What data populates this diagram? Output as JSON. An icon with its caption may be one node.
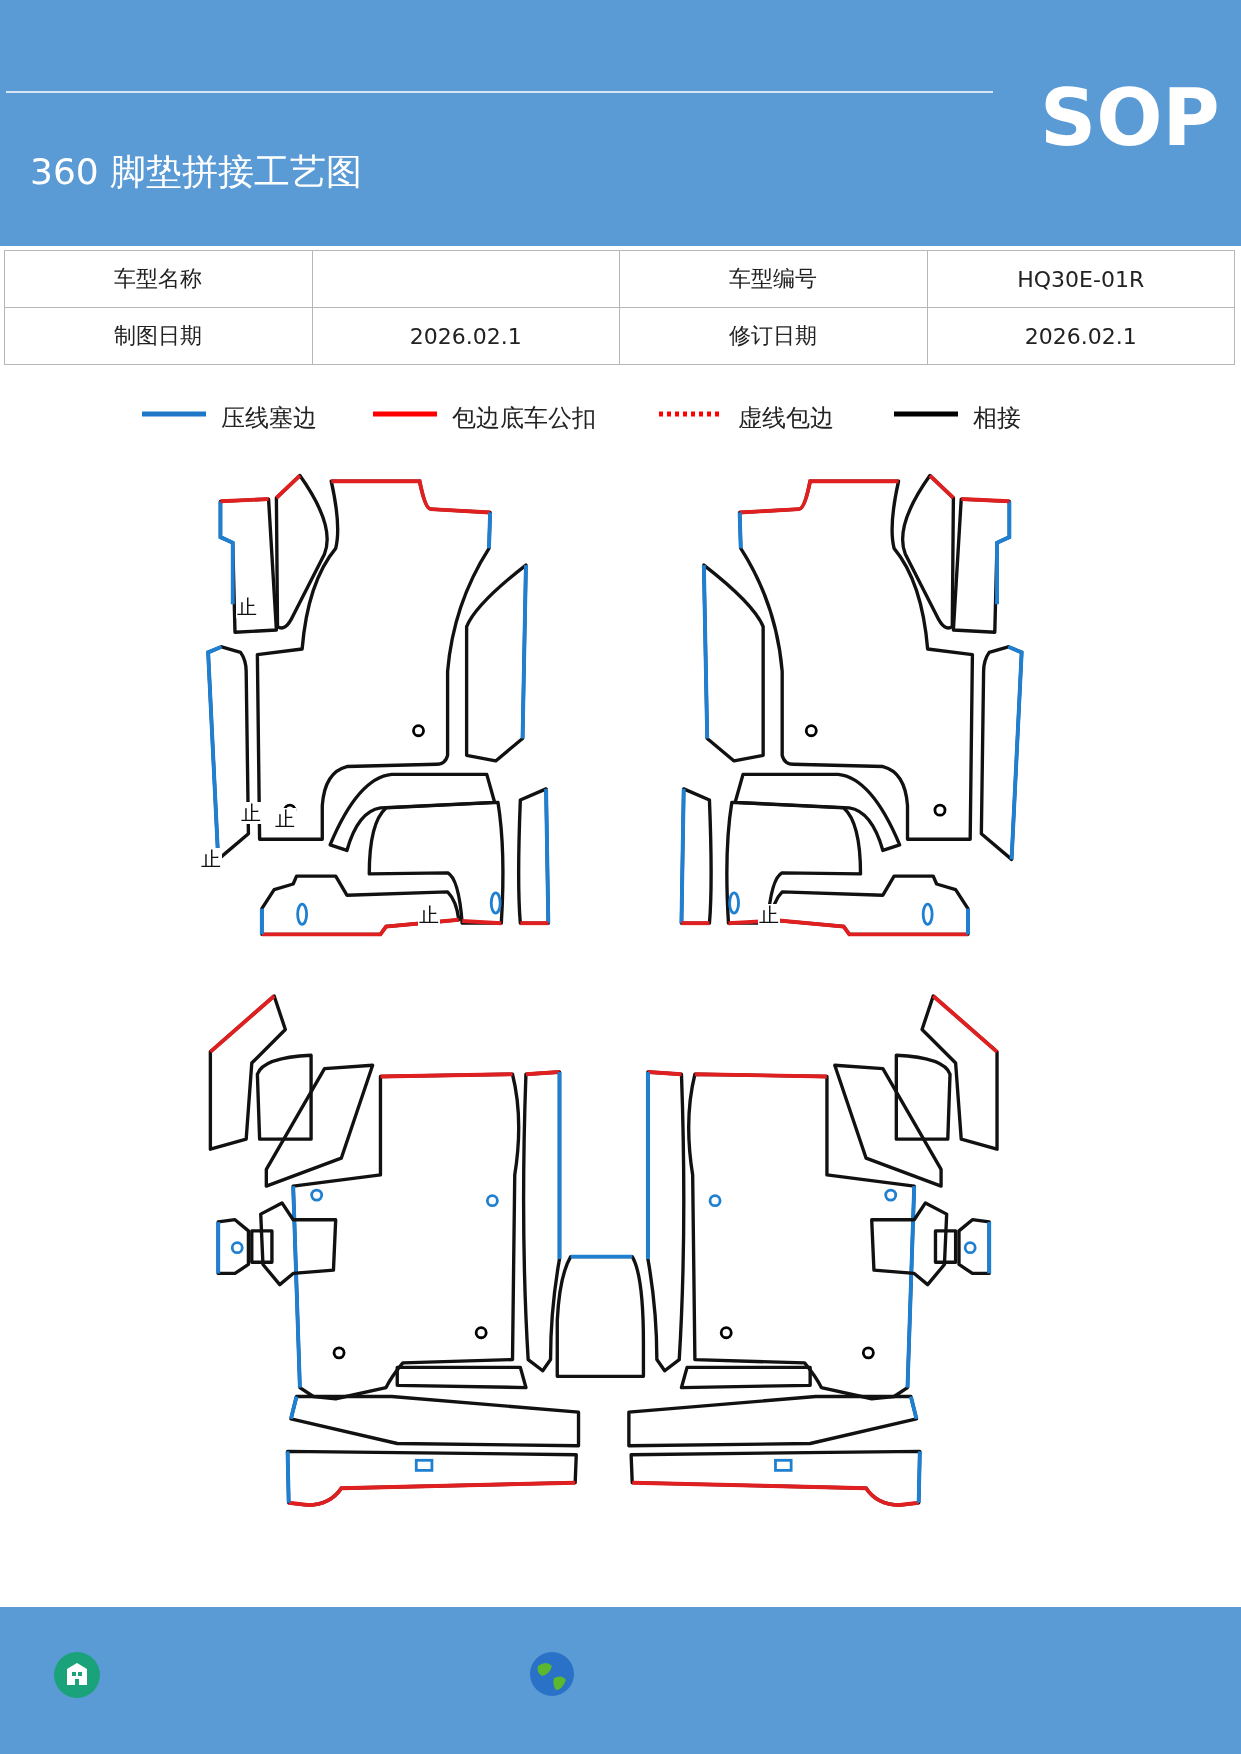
{
  "diagram": {
    "title": "360 脚垫拼接工艺图",
    "labels": [
      "SOP",
      "车型名称",
      "车型编号",
      "HQ30E-01R",
      "制图日期",
      "2026.02.1",
      "修订日期",
      "2026.02.1",
      "止",
      "止",
      "止",
      "止",
      "止",
      "止"
    ],
    "legend": [
      {
        "text": "压线塞边"
      },
      {
        "text": "包边底车公扣"
      },
      {
        "text": "虚线包边"
      },
      {
        "text": "相接"
      }
    ]
  }
}
